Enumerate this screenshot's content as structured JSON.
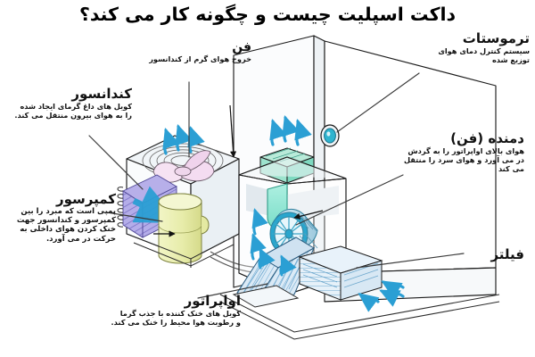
{
  "title": "داکت اسپلیت چیست و چگونه کار می کند؟",
  "labels": {
    "thermostat": {
      "heading": "ترموستات",
      "body_line1": "سیستم کنترل دمای هوای",
      "body_line2": "توزیع شده"
    },
    "fan_top": {
      "heading": "فن",
      "body_line1": "خروج هوای گرم از کندانسور"
    },
    "condenser": {
      "heading": "کندانسور",
      "body_line1": "کویل های داغ گرمای ایجاد شده",
      "body_line2": "را به هوای بیرون منتقل می کند."
    },
    "blower": {
      "heading": "دمنده (فن)",
      "body_line1": "هوای بالای اواپراتور را به گردش",
      "body_line2": "در می آورد و هوای سرد را منتقل",
      "body_line3": "می کند"
    },
    "compressor": {
      "heading": "کمپرسور",
      "body_line1": "پمپی است که مبرد را بین",
      "body_line2": "کمپرسور و کندانسور جهت",
      "body_line3": "خنک کردن هوای داخلی به",
      "body_line4": "حرکت در می آورد."
    },
    "filter": {
      "heading": "فیلتر"
    },
    "evaporator": {
      "heading": "اواپراتور",
      "body_line1": "کویل های خنک کننده با جذب گرما",
      "body_line2": "و رطوبت هوا محیط را خنک می کند."
    }
  },
  "colors": {
    "background": "#ffffff",
    "text": "#111111",
    "leader_line": "#3a3a3a",
    "outline": "#1b1b1b",
    "condenser_coil": "#a9a2e2",
    "condenser_coil_dark": "#7d74c8",
    "compressor_body": "#e9edae",
    "compressor_body_dark": "#d8dd8c",
    "fan_blade": "#f3d9f0",
    "blower_housing": "#8fe6d2",
    "blower_wheel": "#3fb6d8",
    "air_arrow": "#2b9fd4",
    "evap_coil": "#bcd9ee",
    "filter_box": "#cfe3f2",
    "cabinet_face": "#f4f7f9",
    "cabinet_shade": "#dfe7ec",
    "wall": "#ffffff",
    "thermostat": "#2fb4cf"
  },
  "scene": {
    "outdoor_unit_name": "کندانسور",
    "indoor_unit_name": "اواپراتور",
    "arrow_count_condenser_top": 3,
    "arrow_count_indoor_supply": 3,
    "arrow_count_return": 3
  }
}
